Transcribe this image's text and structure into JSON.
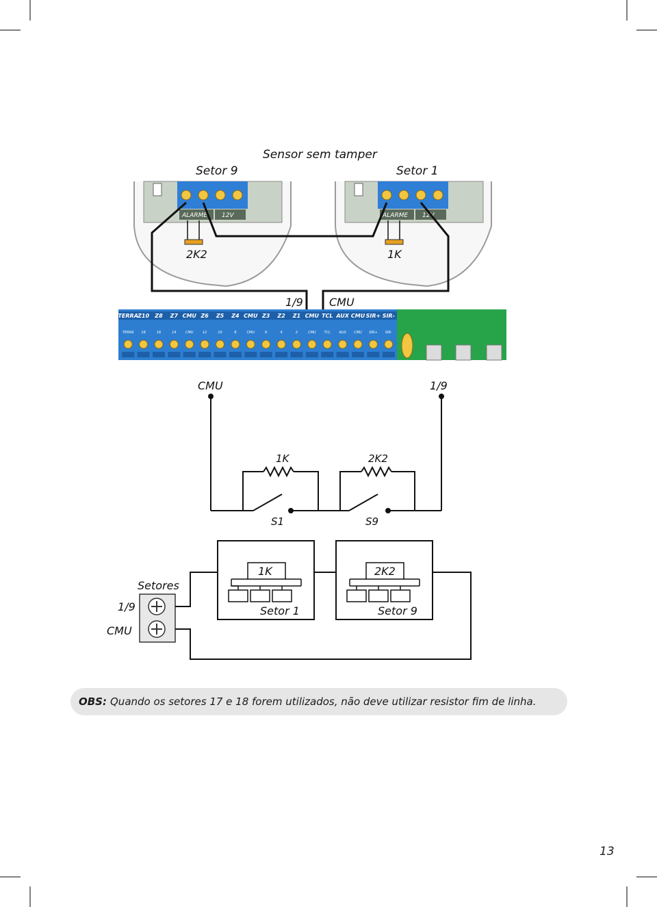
{
  "top_diagram": {
    "title": "Sensor sem tamper",
    "left_sensor": {
      "label": "Setor 9",
      "alarm": "ALARME",
      "v12": "12V",
      "resistor": "2K2"
    },
    "right_sensor": {
      "label": "Setor 1",
      "alarm": "ALARME",
      "v12": "12V",
      "resistor": "1K"
    },
    "wire_labels": [
      "1/9",
      "CMU"
    ],
    "board_terminals": [
      "TERRA",
      "Z10",
      "Z8",
      "Z7",
      "CMU",
      "Z6",
      "Z5",
      "Z4",
      "CMU",
      "Z3",
      "Z2",
      "Z1",
      "CMU",
      "TCL",
      "AUX",
      "CMU",
      "SIR+",
      "SIR-"
    ],
    "board_terminals_lower": [
      "TERRA",
      "18",
      "16",
      "14",
      "CMU",
      "12",
      "10",
      "8",
      "CMU",
      "6",
      "4",
      "2",
      "CMU",
      "TCL",
      "AUX",
      "CMU",
      "SIR+",
      "SIR-"
    ]
  },
  "schematic": {
    "left_label": "CMU",
    "right_label": "1/9",
    "resistors": [
      "1K",
      "2K2"
    ],
    "switches": [
      "S1",
      "S9"
    ]
  },
  "bottom_diagram": {
    "connector_title": "Setores",
    "connector_labels": [
      "1/9",
      "CMU"
    ],
    "boxes": [
      {
        "resistor": "1K",
        "label": "Setor 1"
      },
      {
        "resistor": "2K2",
        "label": "Setor 9"
      }
    ]
  },
  "note": {
    "bold": "OBS:",
    "text": "Quando os setores 17 e 18 forem utilizados, não deve utilizar resistor fim de linha."
  },
  "page_number": "13"
}
